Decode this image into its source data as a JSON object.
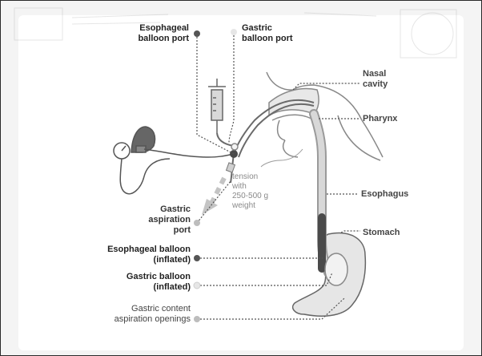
{
  "labels": {
    "esophageal_balloon_port": "Esophageal\nballoon port",
    "gastric_balloon_port": "Gastric\nballoon port",
    "nasal_cavity": "Nasal\ncavity",
    "pharynx": "Pharynx",
    "esophagus": "Esophagus",
    "stomach": "Stomach",
    "tension_note": "tension\nwith\n250-500 g\nweight",
    "gastric_aspiration_port": "Gastric\naspiration\nport",
    "esophageal_balloon_inflated": "Esophageal balloon\n(inflated)",
    "gastric_balloon_inflated": "Gastric balloon\n(inflated)",
    "gastric_content_openings": "Gastric content\naspiration openings"
  },
  "colors": {
    "dark_marker": "#555555",
    "light_marker": "#e6e6e6",
    "mid_marker": "#bdbdbd",
    "leader": "#555555"
  }
}
